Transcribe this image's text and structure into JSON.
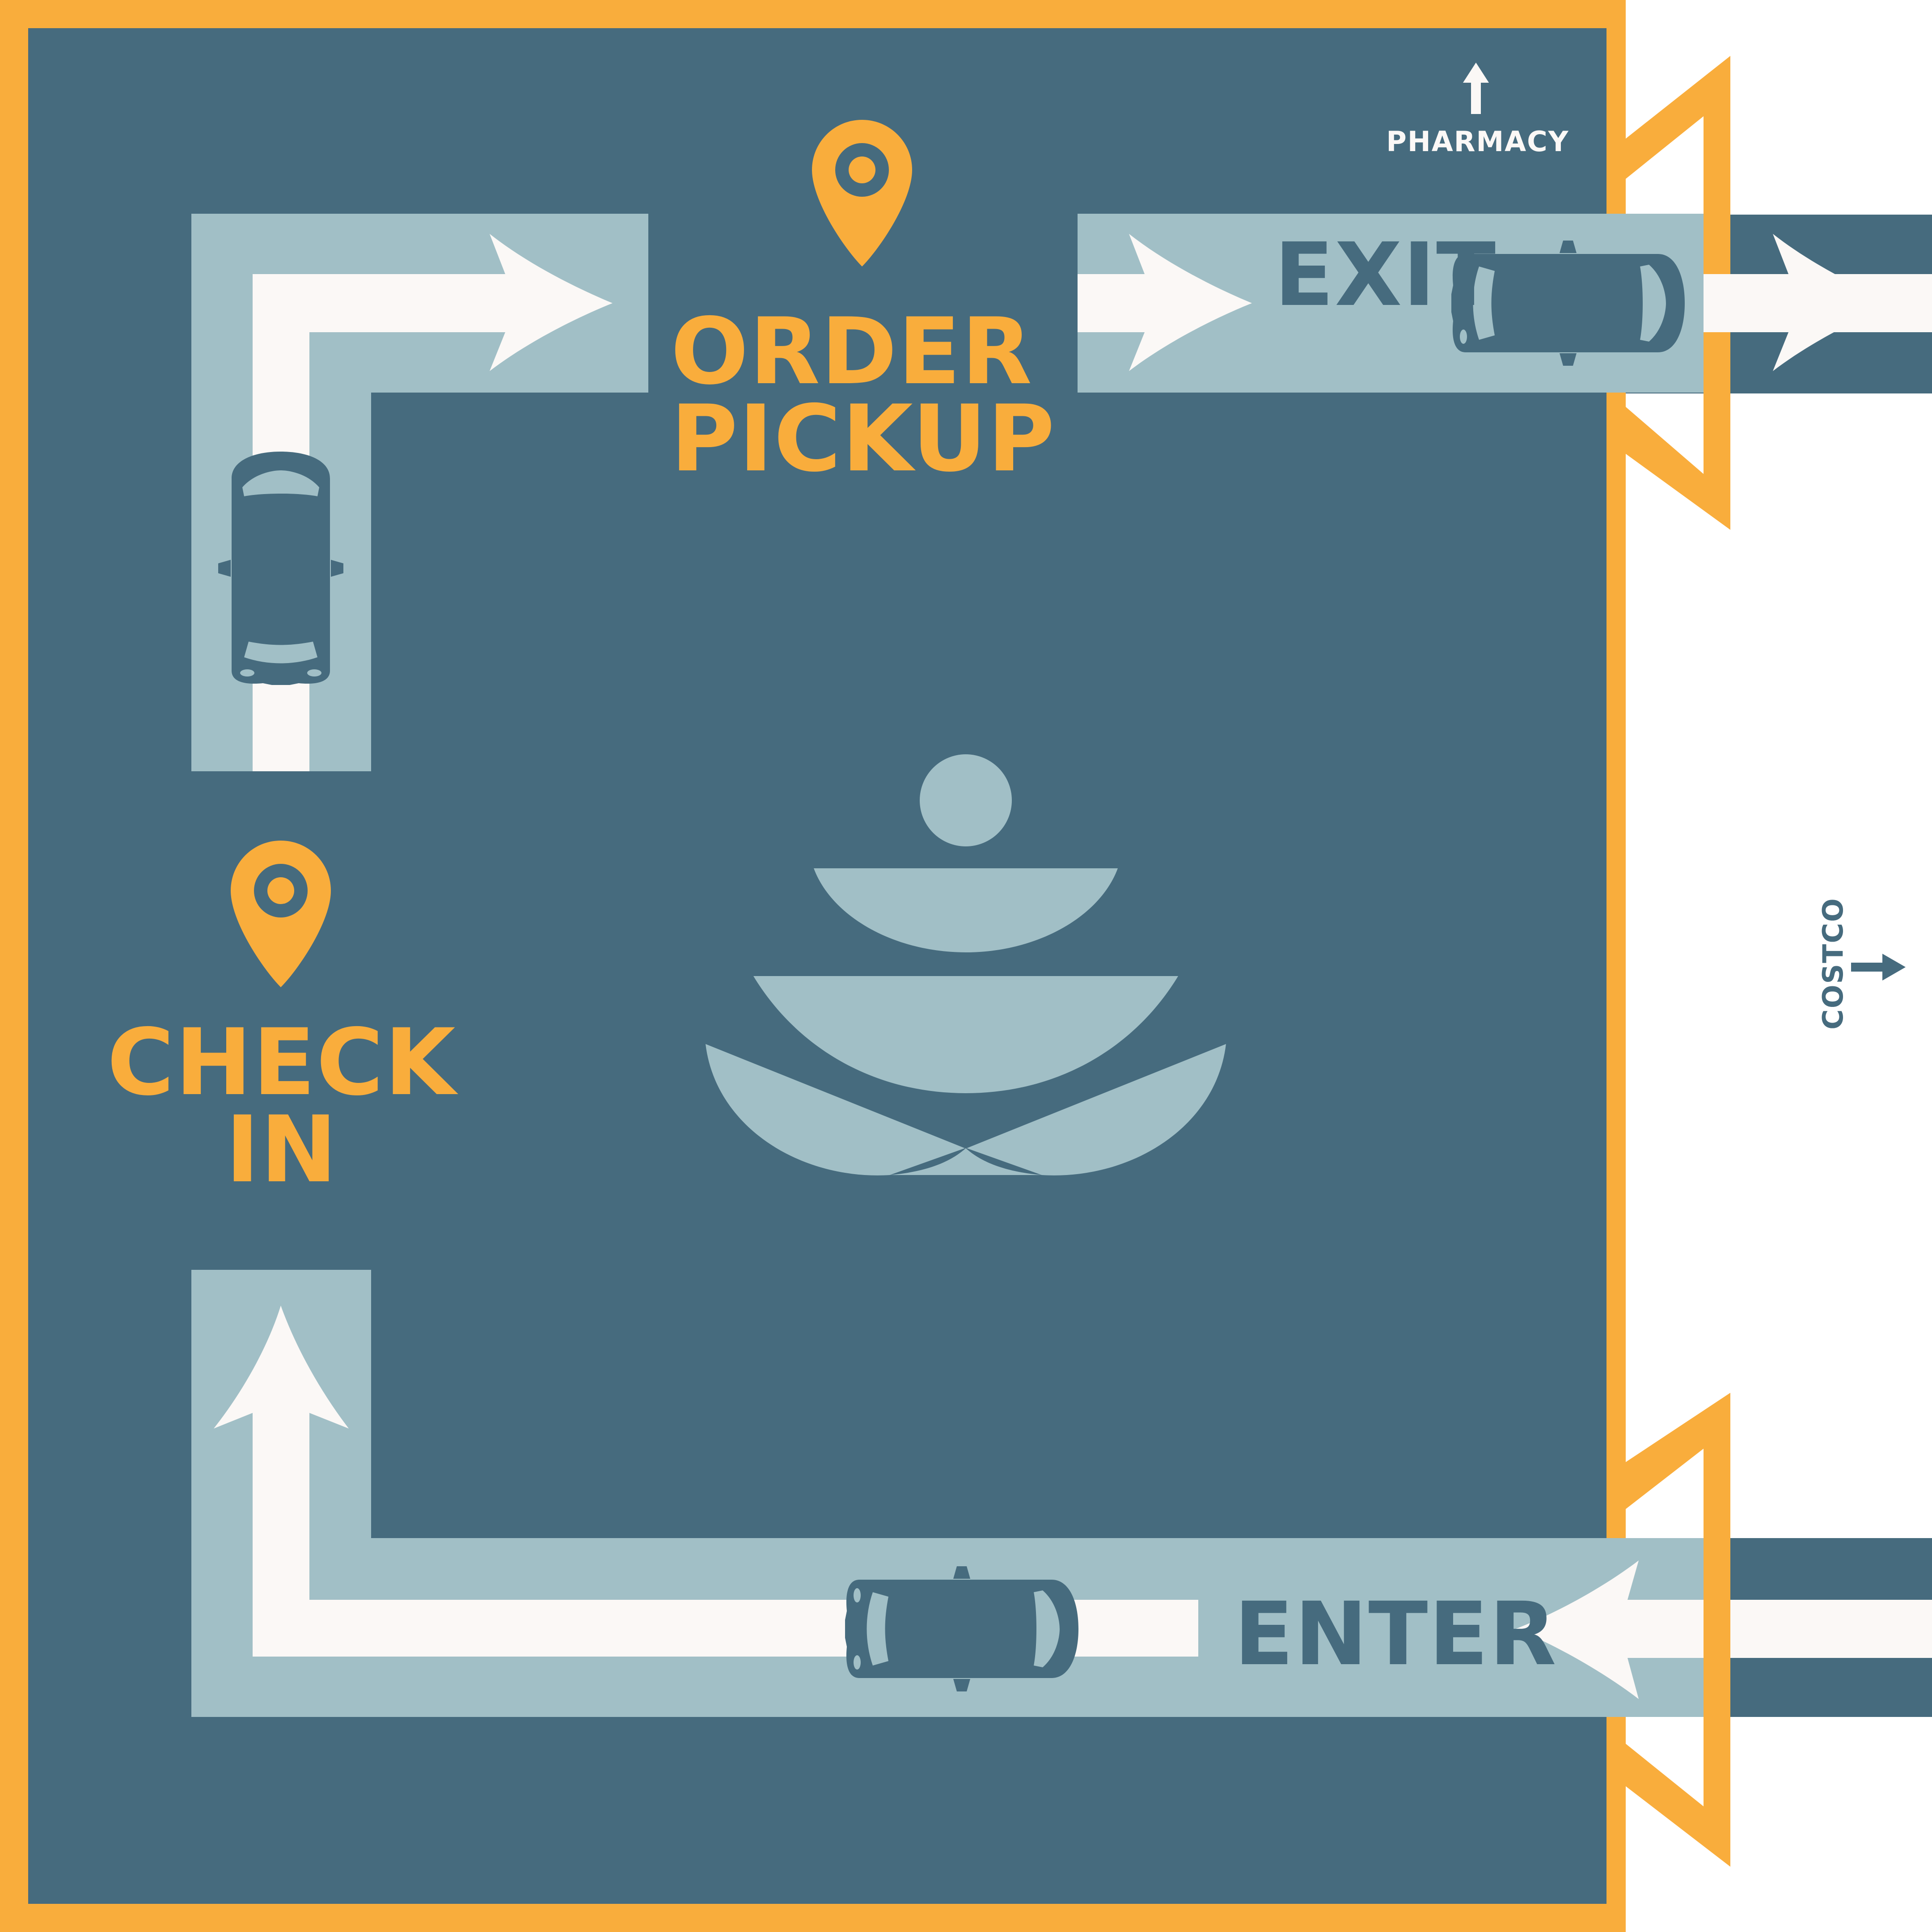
{
  "map": {
    "labels": {
      "order_pickup": "ORDER\nPICKUP",
      "check_in": "CHECK\nIN",
      "exit": "EXIT",
      "enter": "ENTER",
      "pharmacy": "PHARMACY",
      "costco": "COSTCO"
    },
    "icons": {
      "order_pickup_marker": "map-pin-icon",
      "check_in_marker": "map-pin-icon",
      "logo": "meditation-logo-icon",
      "pharmacy_direction": "arrow-up-icon",
      "costco_direction": "arrow-right-icon",
      "car": "car-icon"
    },
    "colors": {
      "border": "#F9AD3C",
      "lot_background": "#466B7E",
      "lane": "#A1BFC6",
      "lane_stripe": "#FBF8F6",
      "marker": "#F9AD3C",
      "label_highlight": "#F9AD3C",
      "label_lane": "#466B7E",
      "outside": "#FFFFFF"
    }
  }
}
